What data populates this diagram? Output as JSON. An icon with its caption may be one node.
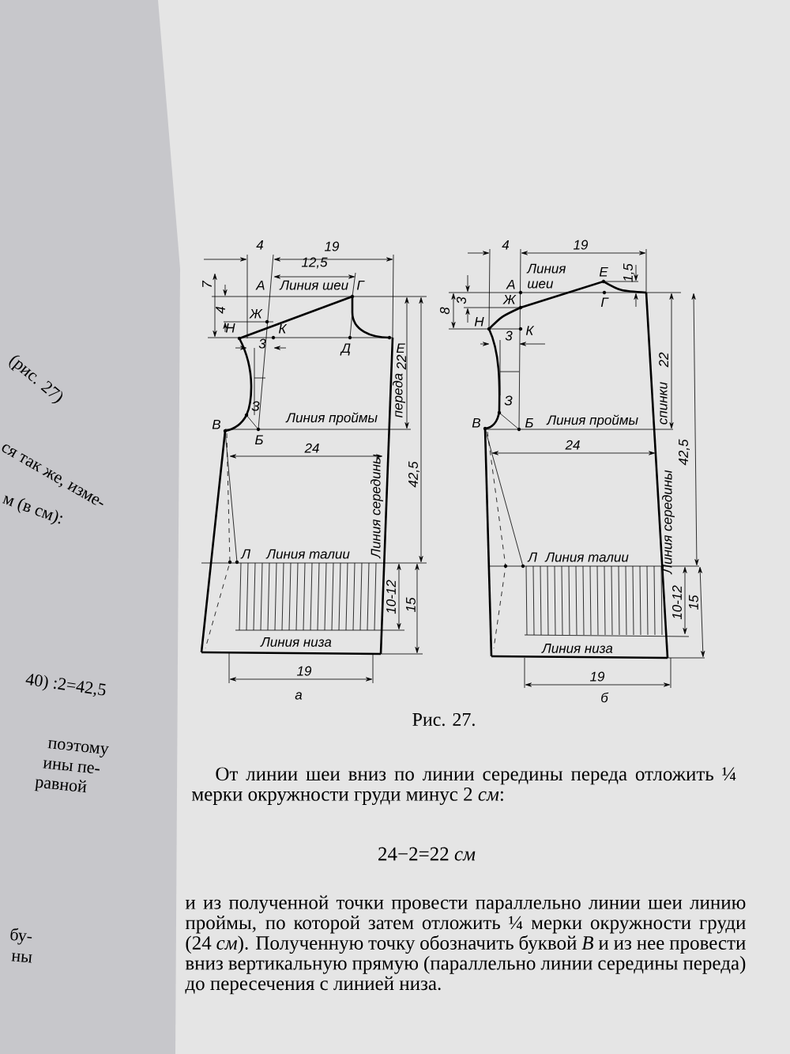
{
  "diagram": {
    "caption": "Рис. 27.",
    "labels": [
      "(рис. 27)",
      "ся так же, изме-",
      "м (в см):",
      "40) :2=42,5",
      "поэтому",
      "ины пе-",
      "равной",
      "бу-",
      "ны",
      "4",
      "19",
      "12,5",
      "7",
      "А",
      "Линия шеи",
      "Г",
      "4",
      "Ж",
      "Н",
      "К",
      "Д",
      "Е",
      "3",
      "22",
      "переда",
      "З",
      "В",
      "Линия проймы",
      "Б",
      "24",
      "42,5",
      "Линия середины",
      "Л",
      "Линия талии",
      "10-12",
      "15",
      "Линия низа",
      "19",
      "а",
      "4",
      "19",
      "Линия шеи",
      "Е",
      "1,5",
      "8",
      "3",
      "А",
      "Ж",
      "Г",
      "Н",
      "К",
      "3",
      "22",
      "спинки",
      "З",
      "В",
      "Б",
      "Линия проймы",
      "24",
      "42,5",
      "Линия середины",
      "Л",
      "Линия талии",
      "10-12",
      "15",
      "Линия низа",
      "19",
      "б",
      "От линии шеи вниз по линии середины переда отложить ¼ мерки окружности груди минус 2 *см*:",
      "24−2=22 *см*",
      "и из полученной точки провести параллельно линии шеи линию проймы, по которой затем отложить ¼ мерки окружности груди (24 *см*). Полученную точку обозначить буквой *В* и из нее провести вниз вертикальную прямую (параллельно линии середины переда) до пересечения с линией низа."
    ]
  }
}
